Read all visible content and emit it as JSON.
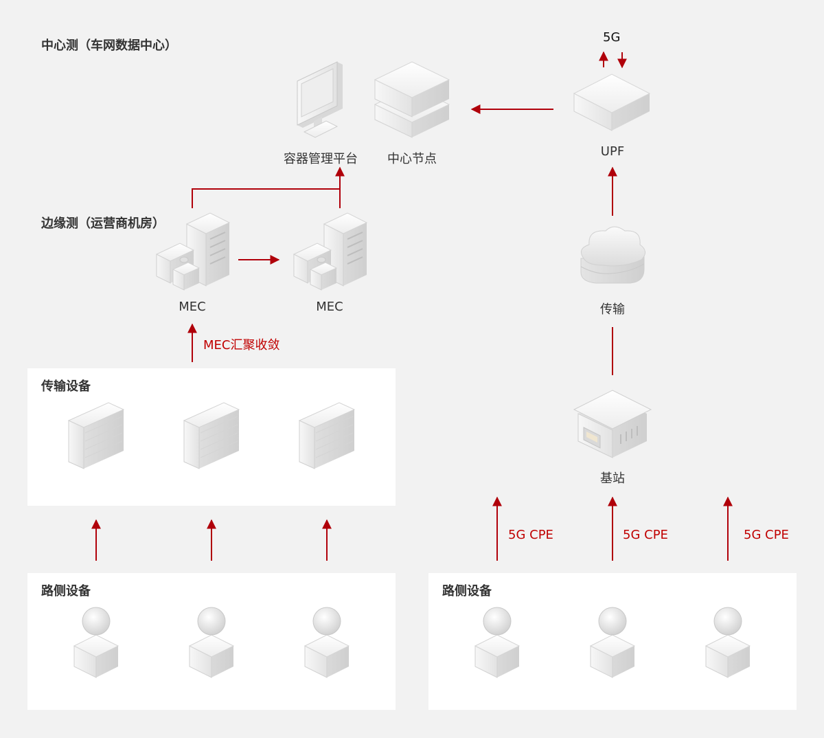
{
  "center": {
    "title": "中心测（车网数据中心）",
    "container_platform": "容器管理平台",
    "center_node": "中心节点",
    "upf": "UPF",
    "fiveg": "5G"
  },
  "edge": {
    "title": "边缘测（运营商机房）",
    "mec_left": "MEC",
    "mec_right": "MEC",
    "mec_aggregation": "MEC汇聚收敛"
  },
  "transport_right": {
    "transport": "传输",
    "base_station": "基站",
    "cpe_labels": [
      "5G CPE",
      "5G CPE",
      "5G CPE"
    ]
  },
  "panels": {
    "transport_devices": "传输设备",
    "roadside_left": "路侧设备",
    "roadside_right": "路侧设备"
  },
  "colors": {
    "arrow": "#b0000a",
    "red_text": "#c00000",
    "background": "#f2f2f2"
  }
}
